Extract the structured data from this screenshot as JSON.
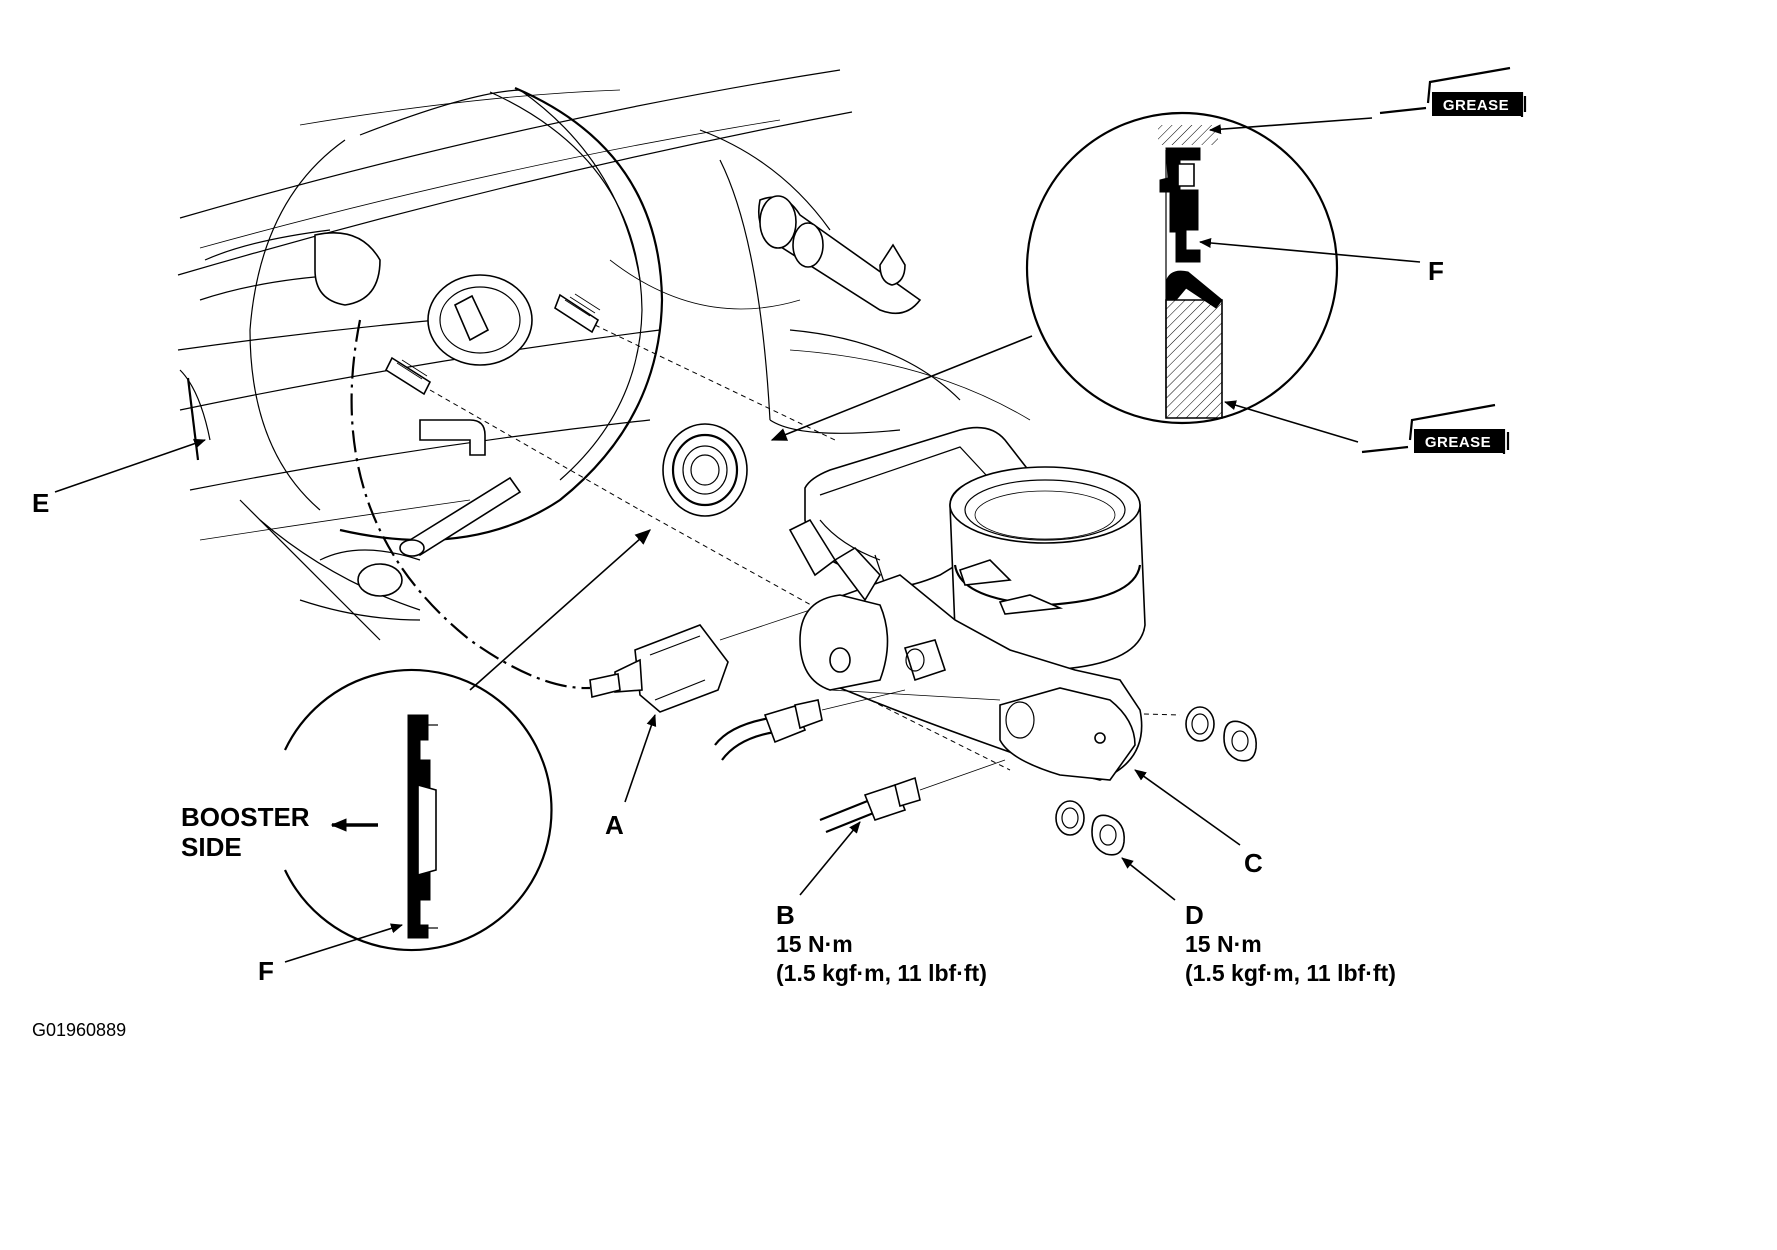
{
  "callouts": {
    "a": "A",
    "b": "B",
    "c": "C",
    "d": "D",
    "e": "E",
    "f_inset": "F",
    "f_detail": "F"
  },
  "booster_side": {
    "line1": "BOOSTER",
    "line2": "SIDE"
  },
  "torque_specs": {
    "b": {
      "metric": "15 N·m",
      "imperial": "(1.5 kgf·m, 11 lbf·ft)"
    },
    "d": {
      "metric": "15 N·m",
      "imperial": "(1.5 kgf·m, 11 lbf·ft)"
    }
  },
  "grease_tags": {
    "top": "GREASE",
    "bottom": "GREASE"
  },
  "figure_id": "G01960889",
  "icons": {
    "grease": "grease-tube-icon",
    "arrow": "leader-arrow-icon"
  }
}
